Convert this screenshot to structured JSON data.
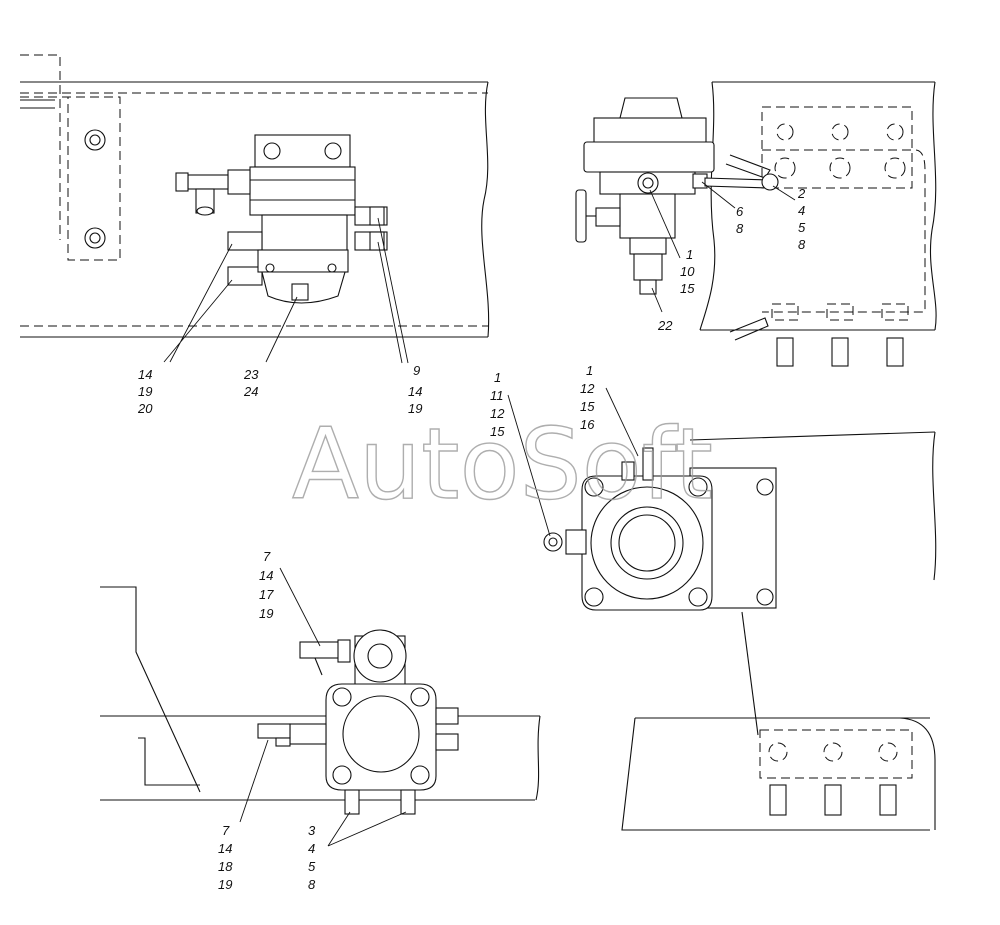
{
  "watermark": "AutoSoft",
  "views": [
    {
      "name": "top-left-view",
      "callout_groups": [
        {
          "lines": [
            "14",
            "19",
            "20"
          ]
        },
        {
          "lines": [
            "23",
            "24"
          ]
        },
        {
          "lines": [
            "9",
            "14",
            "19"
          ]
        }
      ]
    },
    {
      "name": "top-right-view",
      "callout_groups": [
        {
          "lines": [
            "6",
            "8"
          ]
        },
        {
          "lines": [
            "2",
            "4",
            "5",
            "8"
          ]
        },
        {
          "lines": [
            "1",
            "10",
            "15"
          ]
        },
        {
          "lines": [
            "22"
          ]
        }
      ]
    },
    {
      "name": "middle-right-view",
      "callout_groups": [
        {
          "lines": [
            "1",
            "11",
            "12",
            "15"
          ]
        },
        {
          "lines": [
            "1",
            "12",
            "15",
            "16"
          ]
        }
      ]
    },
    {
      "name": "bottom-left-view",
      "callout_groups": [
        {
          "lines": [
            "7",
            "14",
            "17",
            "19"
          ]
        },
        {
          "lines": [
            "7",
            "14",
            "18",
            "19"
          ]
        },
        {
          "lines": [
            "3",
            "4",
            "5",
            "8"
          ]
        }
      ]
    }
  ]
}
